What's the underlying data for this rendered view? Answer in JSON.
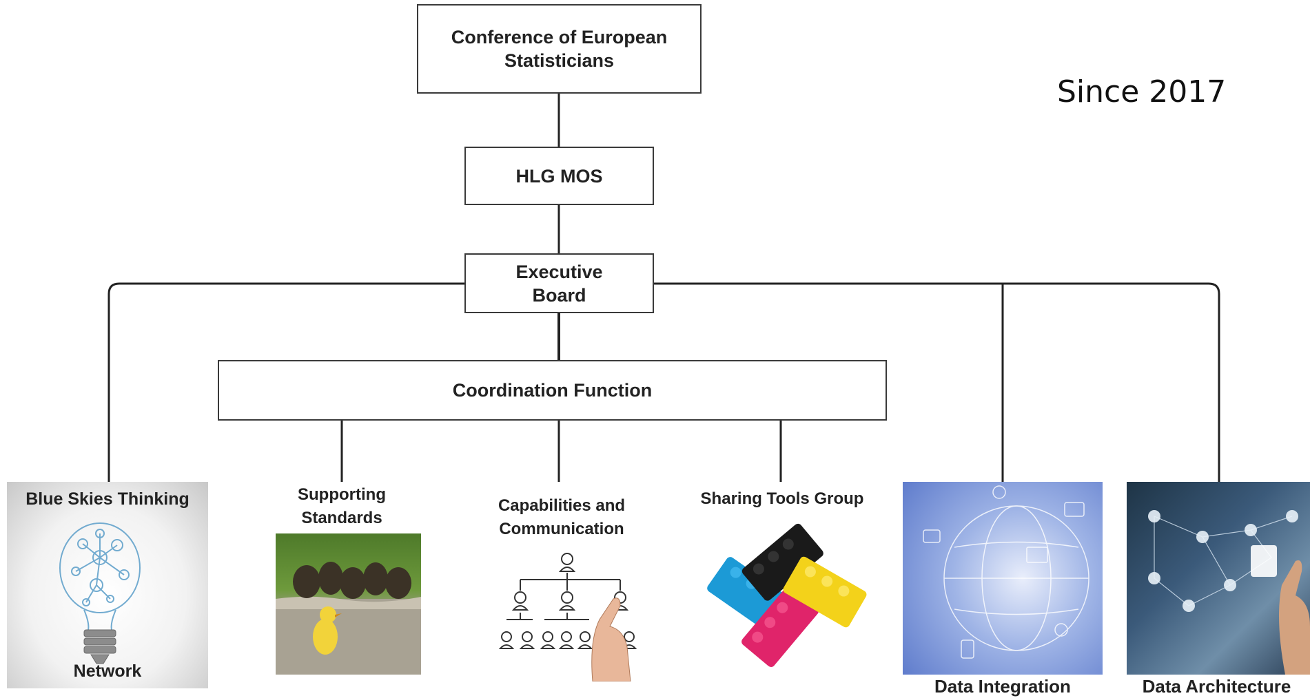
{
  "corner_note": "Since 2017",
  "boxes": {
    "ces": [
      "Conference of European",
      "Statisticians"
    ],
    "hlg": "HLG MOS",
    "exec": [
      "Executive",
      "Board"
    ],
    "coord": "Coordination Function"
  },
  "groups": {
    "blue_skies": {
      "title": "Blue Skies Thinking",
      "subtitle": "Network"
    },
    "supporting": [
      "Supporting",
      "Standards"
    ],
    "capabilities": [
      "Capabilities and",
      "Communication"
    ],
    "sharing": "Sharing Tools Group",
    "integration": "Data Integration",
    "architecture": "Data Architecture"
  },
  "colors": {
    "line": "#222222",
    "box_border": "#3a3a3a"
  }
}
